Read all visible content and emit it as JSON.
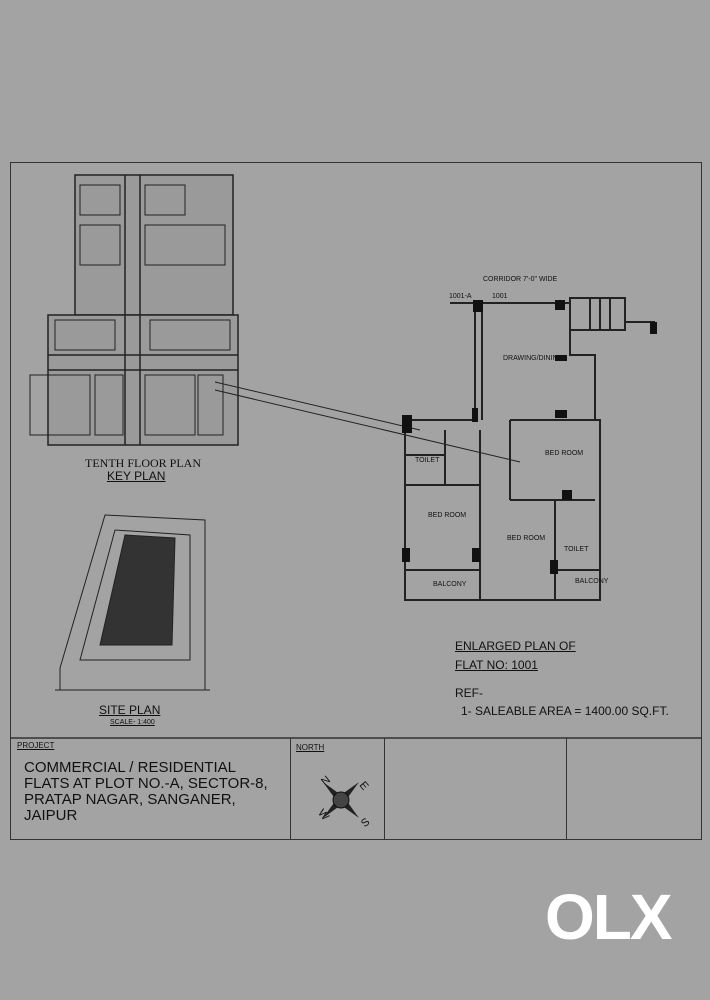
{
  "key_plan": {
    "title": "TENTH FLOOR PLAN",
    "subtitle": "KEY PLAN"
  },
  "site_plan": {
    "title": "SITE PLAN",
    "scale": "SCALE- 1:400"
  },
  "flat_plan": {
    "corridor": "CORRIDOR 7'-0\" WIDE",
    "door_a": "1001-A",
    "door_b": "1001",
    "rooms": [
      "DRAWING/DINING",
      "BED ROOM",
      "TOILET",
      "BED ROOM",
      "BED ROOM",
      "TOILET",
      "BALCONY",
      "BALCONY"
    ],
    "title_line1": "ENLARGED PLAN OF",
    "title_line2": "FLAT NO: 1001",
    "ref_label": "REF-",
    "ref_item": "1- SALEABLE  AREA = 1400.00 SQ.FT."
  },
  "title_block": {
    "project_label": "PROJECT",
    "project_lines": [
      "COMMERCIAL / RESIDENTIAL",
      "FLATS AT PLOT NO.-A, SECTOR-8,",
      "PRATAP NAGAR, SANGANER,",
      "JAIPUR"
    ],
    "north_label": "NORTH",
    "compass": {
      "n": "N",
      "e": "E",
      "s": "S",
      "w": "W"
    }
  },
  "watermark": "OLX"
}
